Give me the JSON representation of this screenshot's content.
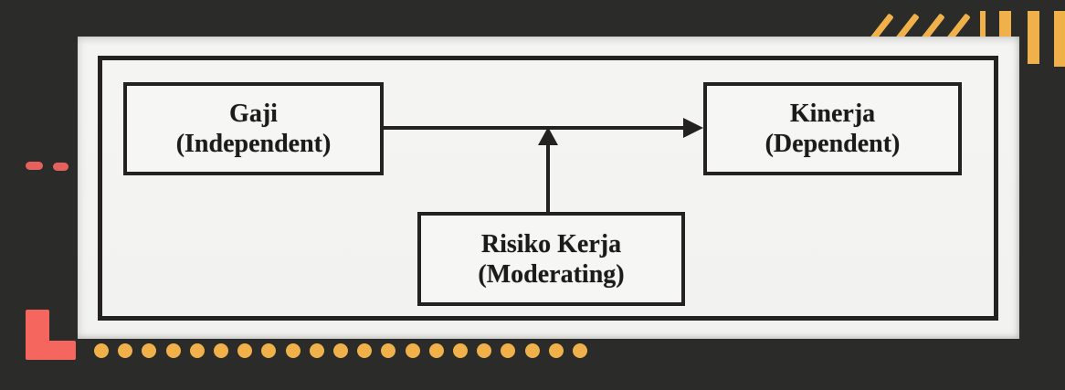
{
  "page": {
    "type": "presentation-slide",
    "background_color": "#2b2b29"
  },
  "figure": {
    "description": "Conceptual framework diagram with moderating variable",
    "background_color": "#f3f3f1",
    "line_color": "#232220",
    "nodes": {
      "independent": {
        "name": "Gaji",
        "role": "(Independent)"
      },
      "dependent": {
        "name": "Kinerja",
        "role": "(Dependent)"
      },
      "moderating": {
        "name": "Risiko Kerja",
        "role": "(Moderating)"
      }
    },
    "relationships": [
      {
        "from": "Gaji",
        "to": "Kinerja",
        "kind": "direct-arrow"
      },
      {
        "from": "Risiko Kerja",
        "to": "Gaji-Kinerja-arrow",
        "kind": "moderating-arrow"
      }
    ]
  },
  "decorations": {
    "accent_red": "#f5665f",
    "accent_red_dim": "#e4615d",
    "accent_yellow": "#f0b14a",
    "red_dashes": {
      "count": 2
    },
    "red_corner_shape": "L",
    "yellow_dots": {
      "count": 21
    },
    "yellow_slashes": {
      "count": 4
    },
    "yellow_bars": {
      "count": 4
    }
  }
}
